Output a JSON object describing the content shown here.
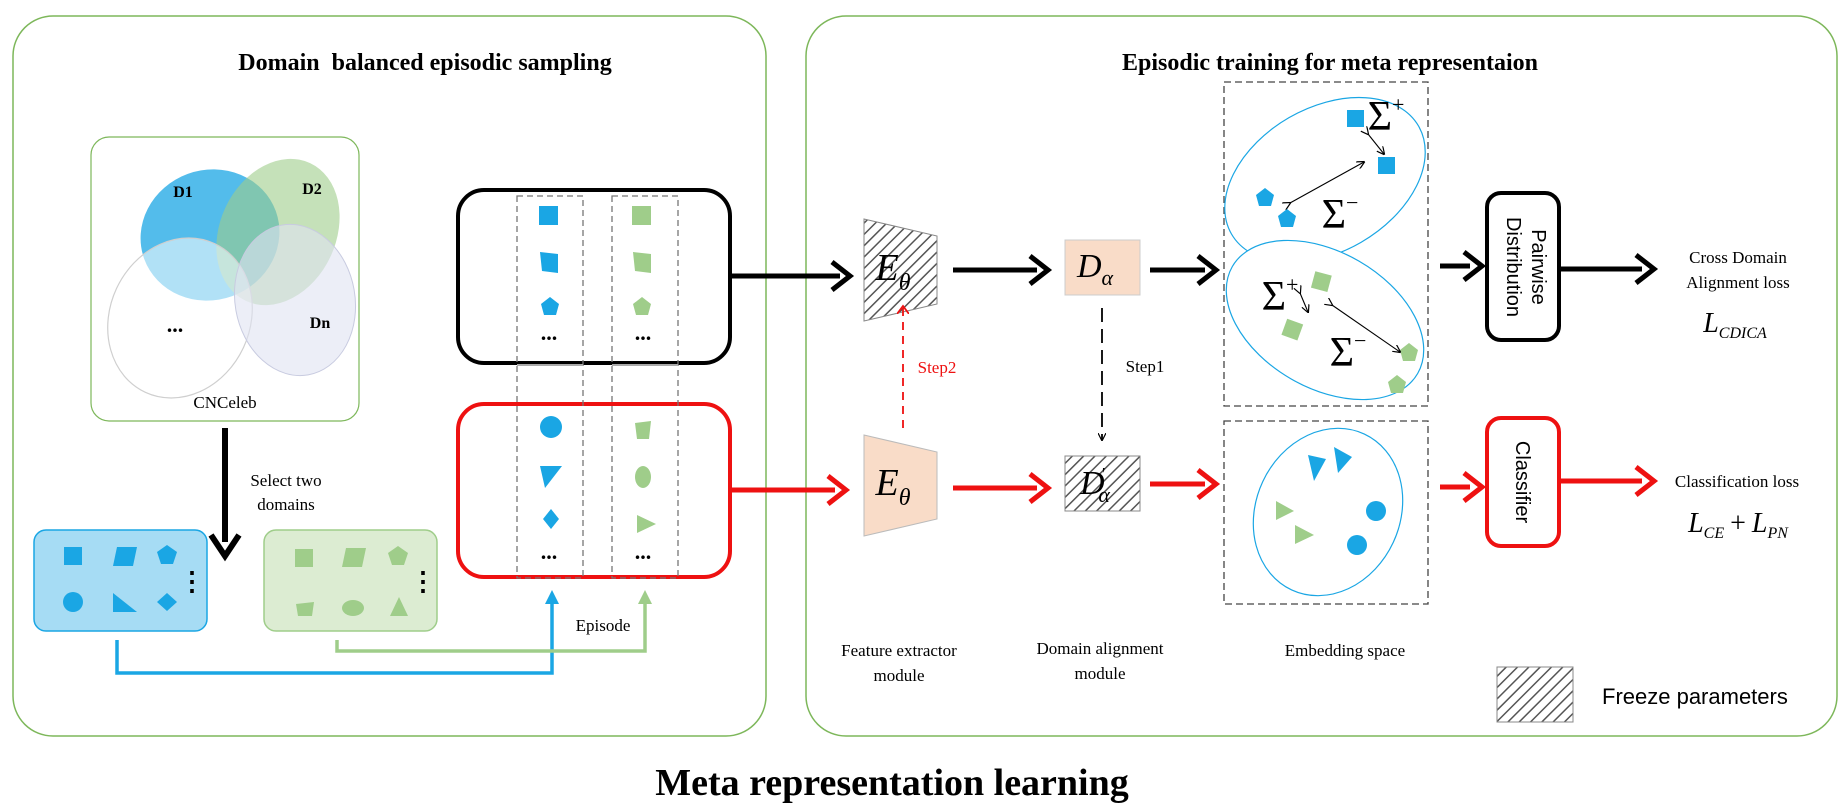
{
  "left_panel": {
    "title": "Domain  balanced episodic sampling",
    "venn": {
      "labels": [
        "D1",
        "D2",
        "Dn"
      ],
      "ellipsis": "...",
      "caption": "CNCeleb"
    },
    "select_label_line1": "Select two",
    "select_label_line2": "domains",
    "domain_box_ellipsis": "⋮",
    "episode_label": "Episode",
    "column_ellipsis": "..."
  },
  "right_panel": {
    "title": "Episodic training for meta representaion",
    "encoder_symbol": "E",
    "encoder_subscript": "θ",
    "aligner_symbol": "D",
    "aligner_subscript": "α",
    "aligner_prime": "'",
    "step1": "Step1",
    "step2": "Step2",
    "sigma": "Σ",
    "sigma_plus": "+",
    "sigma_minus": "−",
    "pairwise_line1": "Pairwise",
    "pairwise_line2": "Distribution",
    "classifier": "Classifier",
    "cross_domain_line1": "Cross Domain",
    "cross_domain_line2": "Alignment loss",
    "loss_cdica_symbol": "L",
    "loss_cdica_sub": "CDICA",
    "classification_loss": "Classification loss",
    "loss_ce_symbol": "L",
    "loss_ce_sub": "CE",
    "loss_plus": "+",
    "loss_pn_symbol": "L",
    "loss_pn_sub": "PN",
    "feature_extractor_line1": "Feature extractor",
    "feature_extractor_line2": "module",
    "domain_alignment_line1": "Domain alignment",
    "domain_alignment_line2": "module",
    "embedding_space": "Embedding space",
    "freeze_parameters": "Freeze parameters"
  },
  "main_title": "Meta representation learning",
  "colors": {
    "blue": "#1aa6e4",
    "green": "#9fcd8a",
    "red": "#ee1111",
    "panel_border": "#7db75a",
    "peach": "#f9dcc8"
  }
}
